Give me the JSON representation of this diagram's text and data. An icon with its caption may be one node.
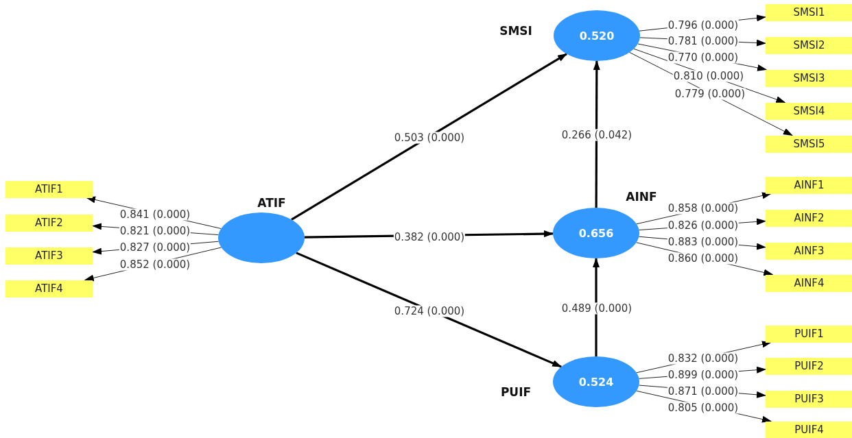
{
  "diagram": {
    "nodes": [
      {
        "text": [
          "SMSI",
          "0.520"
        ]
      },
      {
        "text": [
          "SMSI1"
        ]
      },
      {
        "text": [
          "SMSI2"
        ]
      },
      {
        "text": [
          "SMSI3"
        ]
      },
      {
        "text": [
          "SMSI4"
        ]
      },
      {
        "text": [
          "SMSI5"
        ]
      },
      {
        "text": [
          "ATIF1"
        ]
      },
      {
        "text": [
          "ATIF2"
        ]
      },
      {
        "text": [
          "ATIF3"
        ]
      },
      {
        "text": [
          "ATIF4"
        ]
      },
      {
        "text": [
          "ATIF"
        ]
      },
      {
        "text": [
          "AINF",
          "0.656"
        ]
      },
      {
        "text": [
          "AINF1"
        ]
      },
      {
        "text": [
          "AINF2"
        ]
      },
      {
        "text": [
          "AINF3"
        ]
      },
      {
        "text": [
          "AINF4"
        ]
      },
      {
        "text": [
          "PUIF",
          "0.524"
        ]
      },
      {
        "text": [
          "PUIF1"
        ]
      },
      {
        "text": [
          "PUIF2"
        ]
      },
      {
        "text": [
          "PUIF3"
        ]
      },
      {
        "text": [
          "PUIF4"
        ]
      }
    ],
    "edges": [
      {
        "from": 10,
        "to": 0,
        "arrow": "to",
        "label": "0.503 (0.000)",
        "style": "thick"
      },
      {
        "from": 10,
        "to": 11,
        "arrow": "to",
        "label": "0.382 (0.000)",
        "style": "thick"
      },
      {
        "from": 10,
        "to": 16,
        "arrow": "to",
        "label": "0.724 (0.000)",
        "style": "thick"
      },
      {
        "from": 11,
        "to": 0,
        "arrow": "to",
        "label": "0.266 (0.042)",
        "style": "thick"
      },
      {
        "from": 16,
        "to": 11,
        "arrow": "to",
        "label": "0.489 (0.000)",
        "style": "thick"
      },
      {
        "from": 0,
        "to": 1,
        "arrow": "to",
        "label": "0.796 (0.000)"
      },
      {
        "from": 0,
        "to": 2,
        "arrow": "to",
        "label": "0.781 (0.000)"
      },
      {
        "from": 0,
        "to": 3,
        "arrow": "to",
        "label": "0.770 (0.000)"
      },
      {
        "from": 0,
        "to": 4,
        "arrow": "to",
        "label": "0.810 (0.000)"
      },
      {
        "from": 0,
        "to": 5,
        "arrow": "to",
        "label": "0.779 (0.000)"
      },
      {
        "from": 10,
        "to": 6,
        "arrow": "to",
        "label": "0.841 (0.000)"
      },
      {
        "from": 10,
        "to": 7,
        "arrow": "to",
        "label": "0.821 (0.000)"
      },
      {
        "from": 10,
        "to": 8,
        "arrow": "to",
        "label": "0.827 (0.000)"
      },
      {
        "from": 10,
        "to": 9,
        "arrow": "to",
        "label": "0.852 (0.000)"
      },
      {
        "from": 11,
        "to": 12,
        "arrow": "to",
        "label": "0.858 (0.000)"
      },
      {
        "from": 11,
        "to": 13,
        "arrow": "to",
        "label": "0.826 (0.000)"
      },
      {
        "from": 11,
        "to": 14,
        "arrow": "to",
        "label": "0.883 (0.000)"
      },
      {
        "from": 11,
        "to": 15,
        "arrow": "to",
        "label": "0.860 (0.000)"
      },
      {
        "from": 16,
        "to": 17,
        "arrow": "to",
        "label": "0.832 (0.000)"
      },
      {
        "from": 16,
        "to": 18,
        "arrow": "to",
        "label": "0.899 (0.000)"
      },
      {
        "from": 16,
        "to": 19,
        "arrow": "to",
        "label": "0.871 (0.000)"
      },
      {
        "from": 16,
        "to": 20,
        "arrow": "to",
        "label": "0.805 (0.000)"
      }
    ]
  }
}
